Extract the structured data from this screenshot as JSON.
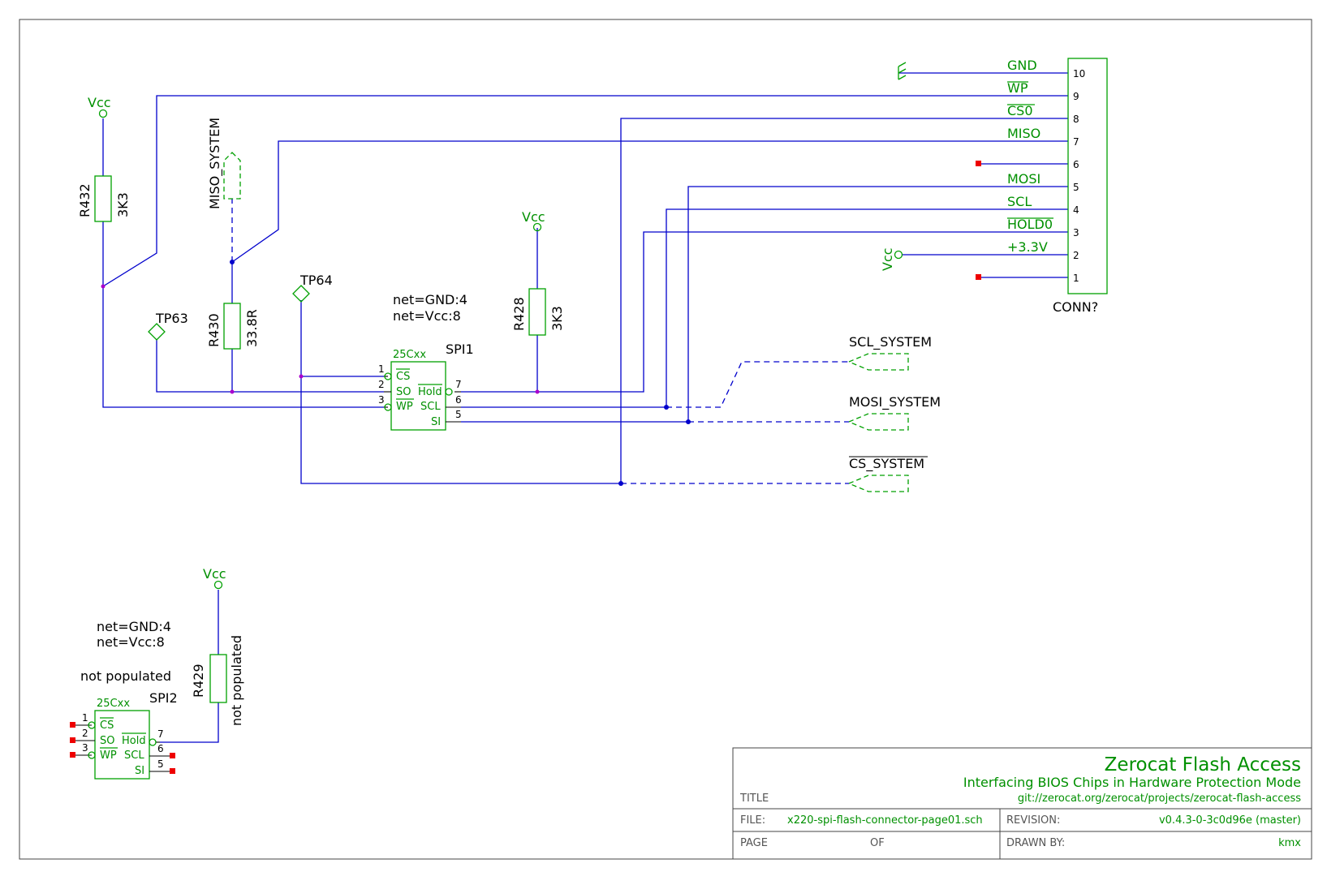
{
  "connector": {
    "ref": "CONN?",
    "pins": [
      {
        "num": "10",
        "label": "GND"
      },
      {
        "num": "9",
        "label": "WP"
      },
      {
        "num": "8",
        "label": "CS0"
      },
      {
        "num": "7",
        "label": "MISO"
      },
      {
        "num": "6",
        "label": ""
      },
      {
        "num": "5",
        "label": "MOSI"
      },
      {
        "num": "4",
        "label": "SCL"
      },
      {
        "num": "3",
        "label": "HOLD0"
      },
      {
        "num": "2",
        "label": "+3.3V"
      },
      {
        "num": "1",
        "label": ""
      }
    ]
  },
  "power": {
    "vcc": "Vcc"
  },
  "resistors": {
    "r432": {
      "ref": "R432",
      "value": "3K3"
    },
    "r430": {
      "ref": "R430",
      "value": "33.8R"
    },
    "r428": {
      "ref": "R428",
      "value": "3K3"
    },
    "r429": {
      "ref": "R429",
      "value": "not populated"
    }
  },
  "testpoints": {
    "tp63": "TP63",
    "tp64": "TP64"
  },
  "chips": {
    "spi1": {
      "ref": "SPI1",
      "part": "25Cxx",
      "net_gnd": "net=GND:4",
      "net_vcc": "net=Vcc:8",
      "pins": {
        "cs": "CS",
        "so": "SO",
        "wp": "WP",
        "hold": "Hold",
        "scl": "SCL",
        "si": "SI"
      },
      "pin_nums": {
        "p1": "1",
        "p2": "2",
        "p3": "3",
        "p5": "5",
        "p6": "6",
        "p7": "7"
      }
    },
    "spi2": {
      "ref": "SPI2",
      "part": "25Cxx",
      "net_gnd": "net=GND:4",
      "net_vcc": "net=Vcc:8",
      "note": "not populated",
      "pins": {
        "cs": "CS",
        "so": "SO",
        "wp": "WP",
        "hold": "Hold",
        "scl": "SCL",
        "si": "SI"
      },
      "pin_nums": {
        "p1": "1",
        "p2": "2",
        "p3": "3",
        "p5": "5",
        "p6": "6",
        "p7": "7"
      }
    }
  },
  "hier_labels": {
    "miso": "MISO_SYSTEM",
    "scl": "SCL_SYSTEM",
    "mosi": "MOSI_SYSTEM",
    "cs": "CS_SYSTEM"
  },
  "title_block": {
    "title": "Zerocat Flash Access",
    "subtitle": "Interfacing BIOS Chips in Hardware Protection Mode",
    "url": "git://zerocat.org/zerocat/projects/zerocat-flash-access",
    "title_label": "TITLE",
    "file_label": "FILE:",
    "file": "x220-spi-flash-connector-page01.sch",
    "revision_label": "REVISION:",
    "revision": "v0.4.3-0-3c0d96e (master)",
    "page_label": "PAGE",
    "of_label": "OF",
    "drawn_label": "DRAWN BY:",
    "drawn": "kmx"
  },
  "colors": {
    "wire": "#0000cc",
    "symbol": "#00a000",
    "junction": "#aa00cc",
    "no_connect": "#ee0000"
  }
}
